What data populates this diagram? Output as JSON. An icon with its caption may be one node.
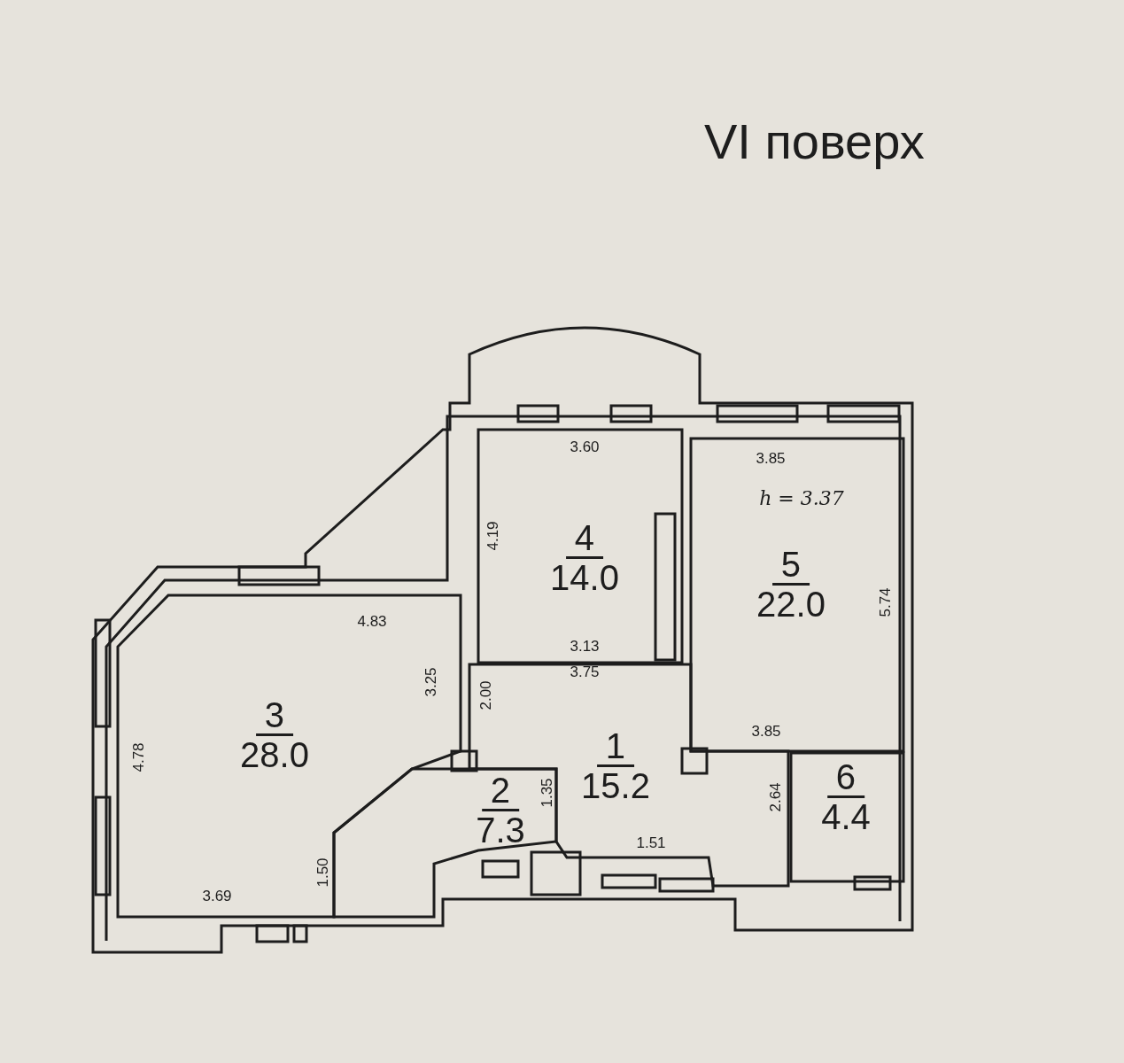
{
  "diagram": {
    "title": "VI поверх",
    "nodes": [
      {
        "text": [
          "1",
          "15.2"
        ]
      },
      {
        "text": [
          "2",
          "7.3"
        ]
      },
      {
        "text": [
          "3",
          "28.0"
        ]
      },
      {
        "text": [
          "4",
          "14.0"
        ]
      },
      {
        "text": [
          "5",
          "22.0"
        ]
      },
      {
        "text": [
          "6",
          "4.4"
        ]
      }
    ],
    "labels": [
      "3.60",
      "3.85",
      "h = 3.37",
      "4.19",
      "5.74",
      "4.83",
      "3.13",
      "3.75",
      "3.25",
      "2.00",
      "3.85",
      "4.78",
      "1.35",
      "2.64",
      "1.51",
      "1.50",
      "3.69"
    ]
  }
}
